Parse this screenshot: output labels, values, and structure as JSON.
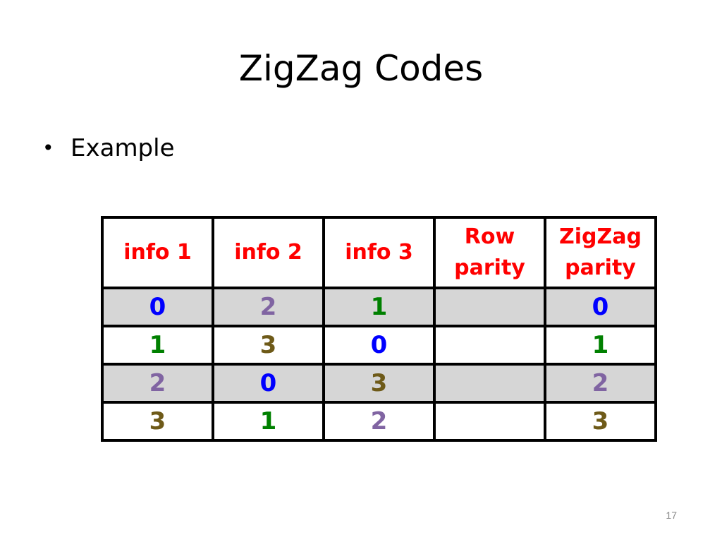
{
  "slide": {
    "title": "ZigZag Codes",
    "bullet": "Example",
    "bullet_glyph": "•",
    "number": "17"
  },
  "colors": {
    "0": "#0000ff",
    "1": "#008000",
    "2": "#8064a2",
    "3": "#6e5a18",
    "header": "#ff0000",
    "shade": "#d6d6d6"
  },
  "table": {
    "headers": [
      "info 1",
      "info 2",
      "info 3",
      "Row parity",
      "ZigZag parity"
    ],
    "rows": [
      [
        "0",
        "2",
        "1",
        "",
        "0"
      ],
      [
        "1",
        "3",
        "0",
        "",
        "1"
      ],
      [
        "2",
        "0",
        "3",
        "",
        "2"
      ],
      [
        "3",
        "1",
        "2",
        "",
        "3"
      ]
    ],
    "shaded_rows": [
      true,
      false,
      true,
      false
    ]
  }
}
